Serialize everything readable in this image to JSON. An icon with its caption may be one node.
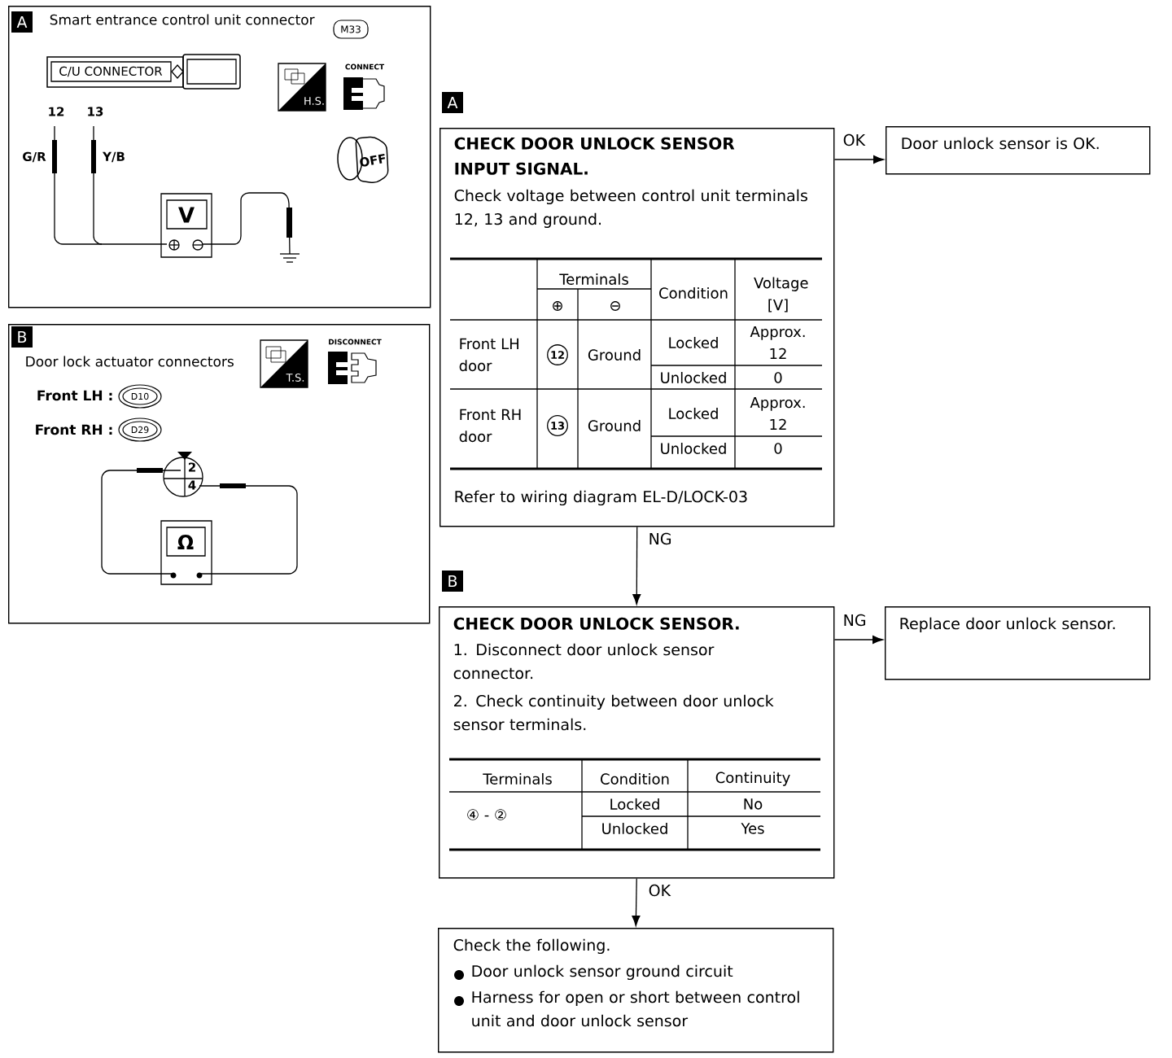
{
  "diagram": {
    "nodes": [
      {
        "text": [
          "A",
          "Smart entrance control unit connector"
        ]
      },
      {
        "text": [
          "B",
          "Door lock actuator connectors"
        ]
      },
      {
        "text": [
          "CHECK DOOR UNLOCK SENSOR INPUT SIGNAL.",
          "Check voltage between control unit terminals 12, 13 and ground.",
          "Refer to wiring diagram EL-D/LOCK-03"
        ],
        "beside": [
          "A"
        ]
      },
      {
        "text": [
          "Door unlock sensor is OK."
        ]
      },
      {
        "text": [
          "CHECK DOOR UNLOCK SENSOR.",
          "1. Disconnect door unlock sensor connector.",
          "2. Check continuity between door unlock sensor terminals."
        ],
        "beside": [
          "B"
        ]
      },
      {
        "text": [
          "Replace door unlock sensor."
        ]
      },
      {
        "text": [
          "Check the following.",
          "Door unlock sensor ground circuit",
          "Harness for open or short between control unit and door unlock sensor"
        ]
      }
    ],
    "edges": [
      {
        "from": 2,
        "to": 3,
        "arrow": "to",
        "label": "OK"
      },
      {
        "from": 2,
        "to": 4,
        "arrow": "to",
        "label": "NG"
      },
      {
        "from": 4,
        "to": 5,
        "arrow": "to",
        "label": "NG"
      },
      {
        "from": 4,
        "to": 6,
        "arrow": "to",
        "label": "OK"
      }
    ],
    "labels": [
      "M33",
      "C/U CONNECTOR",
      "CONNECT",
      "H.S.",
      "12",
      "13",
      "G/R",
      "Y/B",
      "OFF",
      "V",
      "DISCONNECT",
      "T.S.",
      "Front LH :",
      "D10",
      "Front RH :",
      "D29",
      "2",
      "4",
      "Ω",
      "Terminals",
      "Condition",
      "Voltage [V]",
      "⊕",
      "⊖",
      "Front LH door",
      "12",
      "Ground",
      "Locked",
      "Approx. 12",
      "Unlocked",
      "0",
      "Front RH door",
      "13",
      "Ground",
      "Locked",
      "Approx. 12",
      "Unlocked",
      "0",
      "Terminals",
      "Condition",
      "Continuity",
      "④ - ②",
      "Locked",
      "No",
      "Unlocked",
      "Yes"
    ]
  }
}
